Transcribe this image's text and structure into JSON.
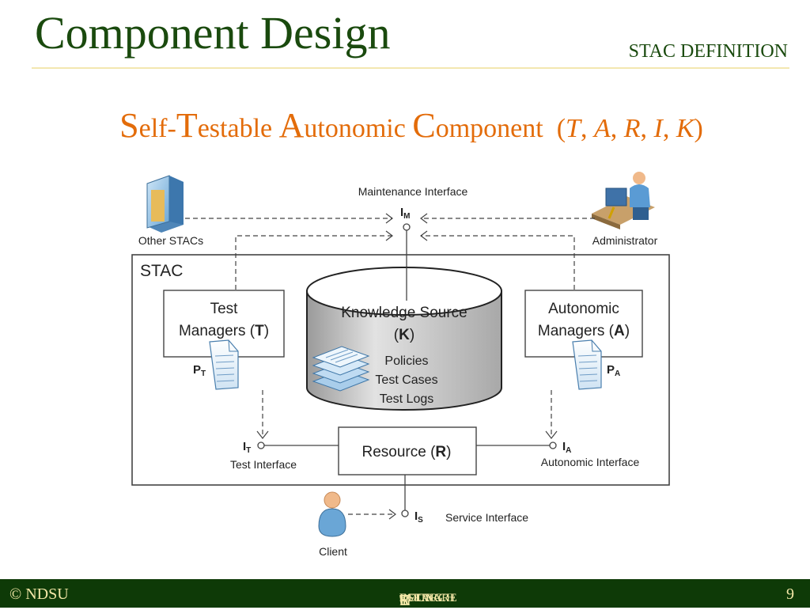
{
  "slide": {
    "title": "Component Design",
    "section_label": "STAC DEFINITION",
    "subtitle": {
      "w1_cap": "S",
      "w1_rest": "elf-",
      "w2_cap": "T",
      "w2_rest": "estable ",
      "w3_cap": "A",
      "w3_rest": "utonomic ",
      "w4_cap": "C",
      "w4_rest": "omponent",
      "tuple_open": "(",
      "t": "T",
      "a": "A",
      "r": "R",
      "i": "I",
      "k": "K",
      "comma": ", ",
      "tuple_close": ")"
    }
  },
  "diagram": {
    "maintenance_interface": "Maintenance Interface",
    "other_stacs": "Other STACs",
    "administrator": "Administrator",
    "stac_label": "STAC",
    "test_managers_line1": "Test",
    "test_managers_line2": "Managers (",
    "test_managers_bold": "T",
    "autonomic_managers_line1": "Autonomic",
    "autonomic_managers_line2": "Managers (",
    "autonomic_managers_bold": "A",
    "close_paren": ")",
    "knowledge_source_line1": "Knowledge Source",
    "knowledge_source_open": "(",
    "knowledge_source_bold": "K",
    "knowledge_items": [
      "Policies",
      "Test Cases",
      "Test Logs"
    ],
    "resource_label": "Resource (",
    "resource_bold": "R",
    "i_letter": "I",
    "sub_m": "M",
    "sub_t": "T",
    "sub_a": "A",
    "sub_s": "S",
    "p_letter": "P",
    "test_interface": "Test Interface",
    "autonomic_interface": "Autonomic Interface",
    "service_interface": "Service Interface",
    "client": "Client"
  },
  "footer": {
    "copyright": "© NDSU",
    "group_s": "S",
    "group_oftware": "OFTWARE ",
    "group_t": "T",
    "group_esting": "ESTING ",
    "group_r": "R",
    "group_esearch": "ESEARCH ",
    "group_g": "G",
    "group_roup": "ROUP",
    "page_number": "9"
  },
  "colors": {
    "title": "#1a4a0e",
    "subtitle": "#e36c0a",
    "footer_bg": "#0e3a07",
    "footer_text": "#f3e7a7"
  }
}
